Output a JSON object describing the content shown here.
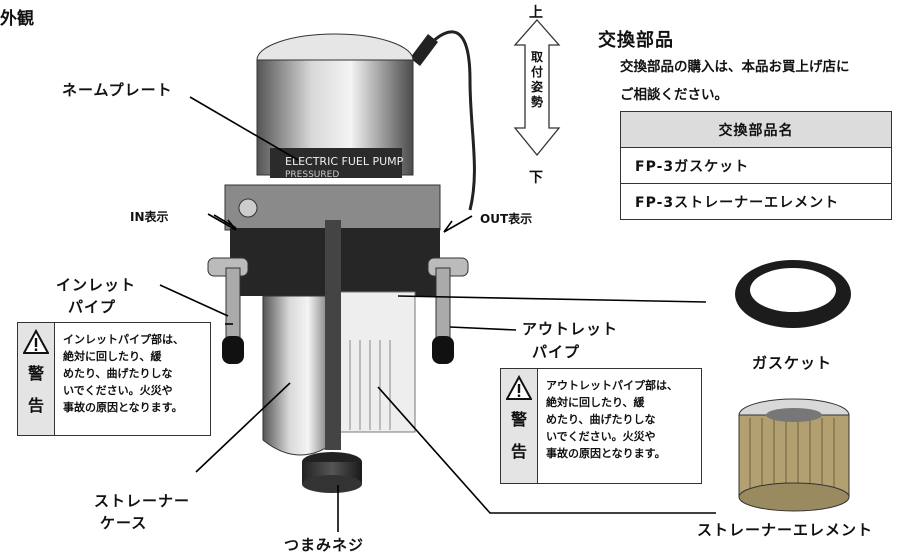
{
  "section_title": "外観",
  "direction": {
    "up": "上",
    "label": "取付姿勢",
    "down": "下"
  },
  "labels": {
    "nameplate": "ネームプレート",
    "in_display": "IN表示",
    "out_display": "OUT表示",
    "inlet_pipe": [
      "インレット",
      "パイプ"
    ],
    "outlet_pipe": [
      "アウトレット",
      "パイプ"
    ],
    "strainer_case": [
      "ストレーナー",
      "ケース"
    ],
    "knob_screw": "つまみネジ",
    "gasket": "ガスケット",
    "strainer_element": "ストレーナーエレメント"
  },
  "nameplate_text": [
    "ELECTRIC FUEL PUMP",
    "PRESSURED"
  ],
  "warnings": [
    {
      "kanji": [
        "警",
        "告"
      ],
      "text": "インレットパイプ部は、\n絶対に回したり、緩\nめたり、曲げたりしな\nいでください。火災や\n事故の原因となります。"
    },
    {
      "kanji": [
        "警",
        "告"
      ],
      "text": "アウトレットパイプ部は、\n絶対に回したり、緩\nめたり、曲げたりしな\nいでください。火災や\n事故の原因となります。"
    }
  ],
  "parts": {
    "title": "交換部品",
    "description": [
      "交換部品の購入は、本品お買上げ店に",
      "ご相談ください。"
    ],
    "header": "交換部品名",
    "items": [
      "FP-3ガスケット",
      "FP-3ストレーナーエレメント"
    ]
  }
}
